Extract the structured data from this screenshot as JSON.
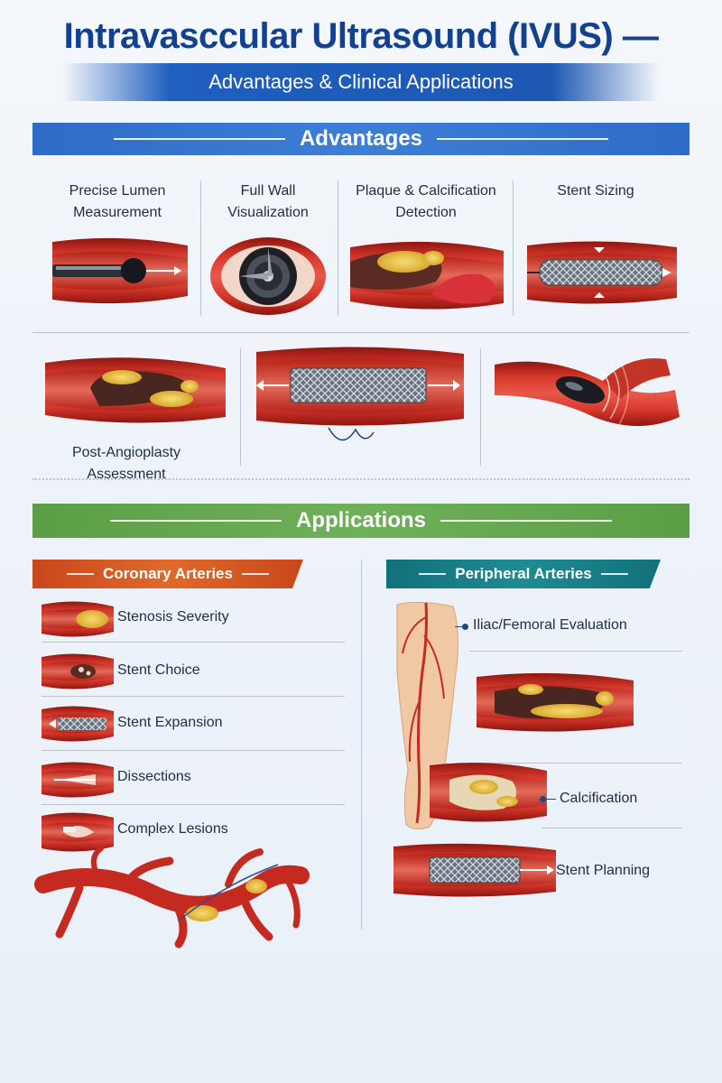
{
  "header": {
    "title": "Intravasccular Ultrasound (IVUS) —",
    "subtitle": "Advantages & Clinical Applications"
  },
  "advantages": {
    "heading": "Advantages",
    "items": [
      {
        "label": "Precise Lumen Measurement",
        "line1": "Precise Lumen",
        "line2": "Measurement"
      },
      {
        "label": "Full Wall Visualization",
        "line1": "Full Wall",
        "line2": "Visualization"
      },
      {
        "label": "Plaque & Calcification Detection",
        "line1": "Plaque & Calcification",
        "line2": "Detection"
      },
      {
        "label": "Stent Sizing",
        "line1": "Stent Sizing",
        "line2": ""
      },
      {
        "label": "Post-Angioplasty Assessment",
        "line1": "Post-Angioplasty",
        "line2": "Assessment"
      }
    ]
  },
  "applications": {
    "heading": "Applications",
    "coronary": {
      "heading": "Coronary Arteries",
      "items": [
        "Stenosis Severity",
        "Stent Choice",
        "Stent Expansion",
        "Dissections",
        "Complex Lesions"
      ]
    },
    "peripheral": {
      "heading": "Peripheral Arteries",
      "items": [
        "Iliac/Femoral Evaluation",
        "Calcification",
        "Stent Planning"
      ]
    }
  },
  "colors": {
    "title": "#12418f",
    "advantages_bar": "#3d7fd6",
    "applications_bar": "#6fb05a",
    "coronary_bar": "#e06a2a",
    "peripheral_bar": "#1e8c93",
    "vessel": "#c92a20",
    "plaque": "#e8c24a"
  }
}
